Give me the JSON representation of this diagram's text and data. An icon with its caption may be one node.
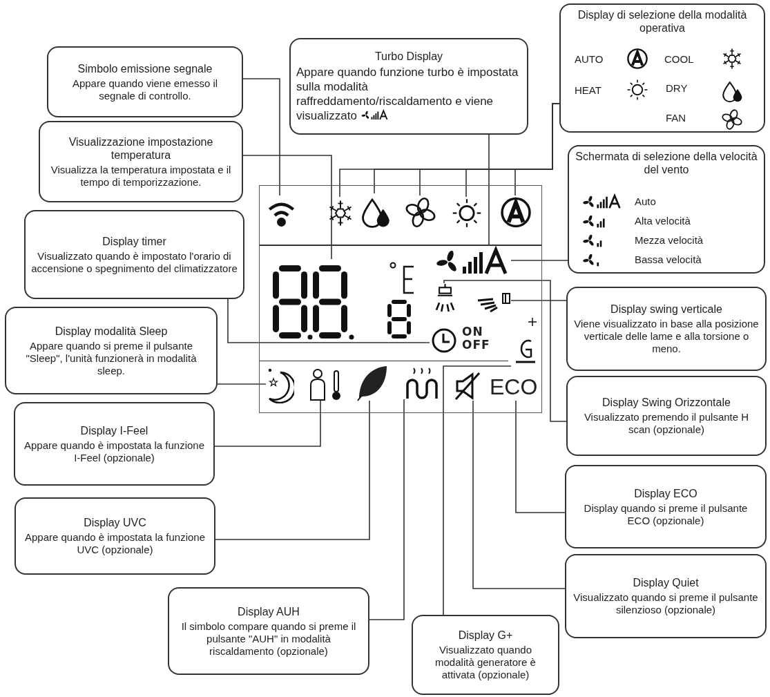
{
  "diagram": {
    "nodes": [
      {
        "text": [
          "Simbolo emissione segnale",
          "Appare quando viene emesso il segnale di controllo."
        ]
      },
      {
        "text": [
          "Turbo Display",
          "Appare quando funzione turbo è impostata sulla modalità raffreddamento/riscaldamento e viene visualizzato"
        ]
      },
      {
        "text": [
          "Display di selezione della modalità operativa",
          "AUTO",
          "COOL",
          "HEAT",
          "DRY",
          "FAN"
        ]
      },
      {
        "text": [
          "Visualizzazione impostazione temperatura",
          "Visualizza la temperatura impostata e il tempo di temporizzazione."
        ]
      },
      {
        "text": [
          "Schermata di selezione della velocità del vento",
          "Auto",
          "Alta velocità",
          "Mezza velocità",
          "Bassa velocità"
        ]
      },
      {
        "text": [
          "Display timer",
          "Visualizzato quando è impostato l'orario di accensione o spegnimento del climatizzatore"
        ]
      },
      {
        "text": [
          "Display swing verticale",
          "Viene visualizzato in base alla posizione verticale delle lame e alla torsione o meno."
        ]
      },
      {
        "text": [
          "Display modalità Sleep",
          "Appare quando si preme il pulsante \"Sleep\", l'unità funzionerà in modalità sleep."
        ]
      },
      {
        "text": [
          "Display Swing Orizzontale",
          "Visualizzato premendo il pulsante H scan (opzionale)"
        ]
      },
      {
        "text": [
          "Display I-Feel",
          "Appare quando è impostata la funzione I-Feel (opzionale)"
        ]
      },
      {
        "text": [
          "Display ECO",
          "Display quando si preme il pulsante ECO (opzionale)"
        ]
      },
      {
        "text": [
          "Display UVC",
          "Appare quando è impostata la funzione UVC (opzionale)"
        ]
      },
      {
        "text": [
          "Display Quiet",
          "Visualizzato quando si preme il pulsante silenzioso (opzionale)"
        ]
      },
      {
        "text": [
          "Display AUH",
          "Il simbolo compare quando si preme il pulsante \"AUH\" in modalità riscaldamento (opzionale)"
        ]
      },
      {
        "text": [
          "Display G+",
          "Visualizzato quando modalità generatore è attivata (opzionale)"
        ]
      },
      {
        "text": [],
        "shape": "box"
      },
      {
        "text": [],
        "shape": "icon",
        "in": 15
      },
      {
        "text": [],
        "shape": "icon",
        "in": 15
      },
      {
        "text": [],
        "shape": "icon",
        "in": 15
      },
      {
        "text": [],
        "shape": "icon",
        "in": 15
      },
      {
        "text": [],
        "shape": "icon",
        "in": 15
      },
      {
        "text": [],
        "shape": "icon",
        "in": 15
      },
      {
        "text": [],
        "shape": "digits",
        "in": 15
      },
      {
        "text": [],
        "shape": "icon",
        "in": 15
      },
      {
        "text": [],
        "shape": "icon",
        "in": 15
      },
      {
        "text": [],
        "shape": "icon",
        "in": 15
      },
      {
        "text": [
          "ON OFF"
        ],
        "in": 15
      },
      {
        "text": [],
        "shape": "icon",
        "in": 15
      },
      {
        "text": [],
        "shape": "icon",
        "in": 15
      },
      {
        "text": [],
        "shape": "icon",
        "in": 15
      },
      {
        "text": [],
        "shape": "icon",
        "in": 15
      },
      {
        "text": [],
        "shape": "icon",
        "in": 15
      },
      {
        "text": [],
        "shape": "icon",
        "in": 15
      },
      {
        "text": [
          "ECO"
        ],
        "in": 15
      }
    ],
    "edges": [
      {
        "from": 0,
        "to": 16,
        "arrow": "none"
      },
      {
        "from": 1,
        "to": 23,
        "arrow": "none"
      },
      {
        "from": 2,
        "to": 17,
        "arrow": "none"
      },
      {
        "from": 2,
        "to": 18,
        "arrow": "none"
      },
      {
        "from": 2,
        "to": 19,
        "arrow": "none"
      },
      {
        "from": 2,
        "to": 20,
        "arrow": "none"
      },
      {
        "from": 2,
        "to": 21,
        "arrow": "none"
      },
      {
        "from": 3,
        "to": 22,
        "arrow": "none"
      },
      {
        "from": 4,
        "to": 23,
        "arrow": "none"
      },
      {
        "from": 5,
        "to": 26,
        "arrow": "none"
      },
      {
        "from": 6,
        "to": 25,
        "arrow": "none"
      },
      {
        "from": 7,
        "to": 28,
        "arrow": "none"
      },
      {
        "from": 8,
        "to": 24,
        "arrow": "none"
      },
      {
        "from": 9,
        "to": 29,
        "arrow": "none"
      },
      {
        "from": 10,
        "to": 33,
        "arrow": "none"
      },
      {
        "from": 11,
        "to": 30,
        "arrow": "none"
      },
      {
        "from": 12,
        "to": 32,
        "arrow": "none"
      },
      {
        "from": 13,
        "to": 31,
        "arrow": "none"
      },
      {
        "from": 14,
        "to": 27,
        "arrow": "none"
      }
    ]
  }
}
